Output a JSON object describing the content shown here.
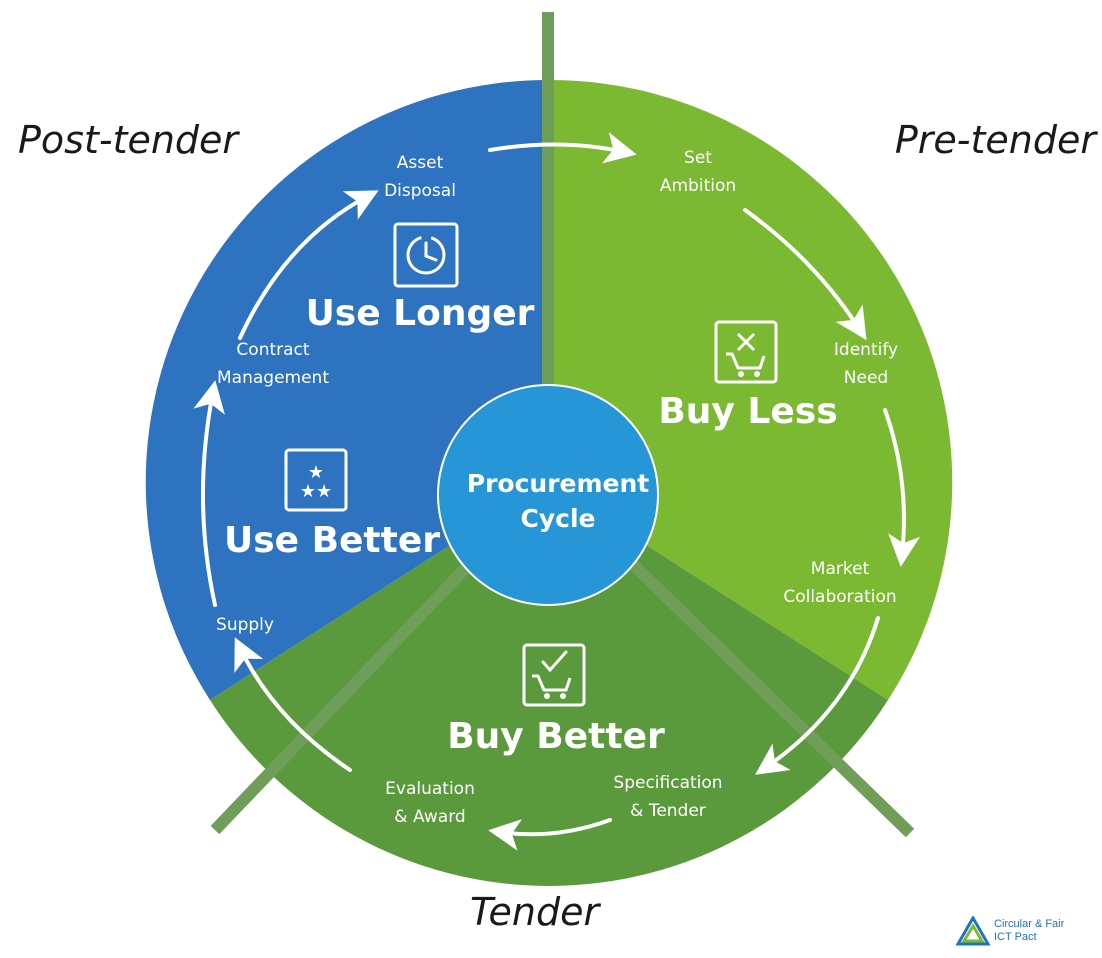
{
  "phases": {
    "post_tender": "Post-tender",
    "pre_tender": "Pre-tender",
    "tender": "Tender"
  },
  "center": {
    "line1": "Procurement",
    "line2": "Cycle"
  },
  "sectors": {
    "use_longer": "Use Longer",
    "use_better": "Use Better",
    "buy_less": "Buy Less",
    "buy_better": "Buy Better"
  },
  "steps": {
    "asset_disposal": [
      "Asset",
      "Disposal"
    ],
    "set_ambition": [
      "Set",
      "Ambition"
    ],
    "identify_need": [
      "Identify",
      "Need"
    ],
    "market_collaboration": [
      "Market",
      "Collaboration"
    ],
    "specification_tender": [
      "Specification",
      "& Tender"
    ],
    "evaluation_award": [
      "Evaluation",
      "& Award"
    ],
    "supply": [
      "Supply"
    ],
    "contract_management": [
      "Contract",
      "Management"
    ]
  },
  "logo": {
    "line1": "Circular & Fair",
    "line2": "ICT Pact"
  },
  "colors": {
    "blue": "#2E73BF",
    "light_green": "#7CB932",
    "dark_green": "#5A9A3C",
    "center": "#2796D7",
    "divider": "#6E9E58"
  }
}
